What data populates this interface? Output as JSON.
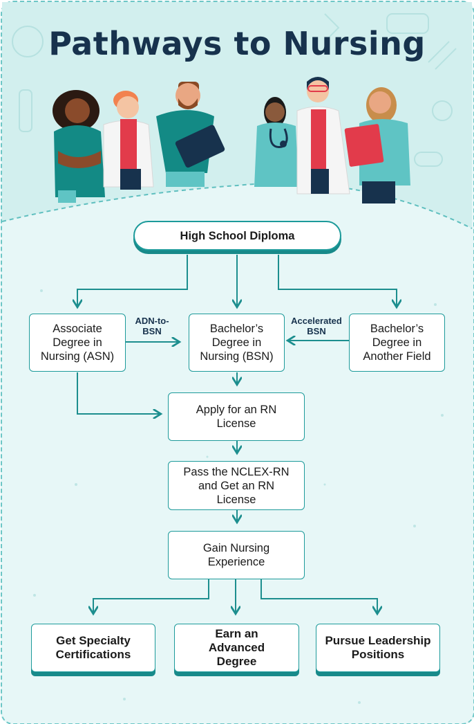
{
  "title": "Pathways to Nursing",
  "colors": {
    "accent": "#1c9a9a",
    "title": "#17324d",
    "background": "#e7f7f7",
    "header_background": "#d2efee"
  },
  "illustration": {
    "description_icon": "nurses-group-illustration"
  },
  "nodes": {
    "diploma": "High School Diploma",
    "asn": "Associate Degree in Nursing (ASN)",
    "bsn": "Bachelor’s Degree in Nursing (BSN)",
    "other": "Bachelor’s Degree in Another Field",
    "apply": "Apply for an RN License",
    "nclex": "Pass the NCLEX-RN and Get an RN License",
    "experience": "Gain Nursing Experience",
    "specialty": "Get Specialty Certifications",
    "advanced": "Earn an Advanced Degree",
    "leadership": "Pursue Leadership Positions"
  },
  "edge_labels": {
    "adn_to_bsn": "ADN-to-BSN",
    "accelerated": "Accelerated BSN"
  }
}
